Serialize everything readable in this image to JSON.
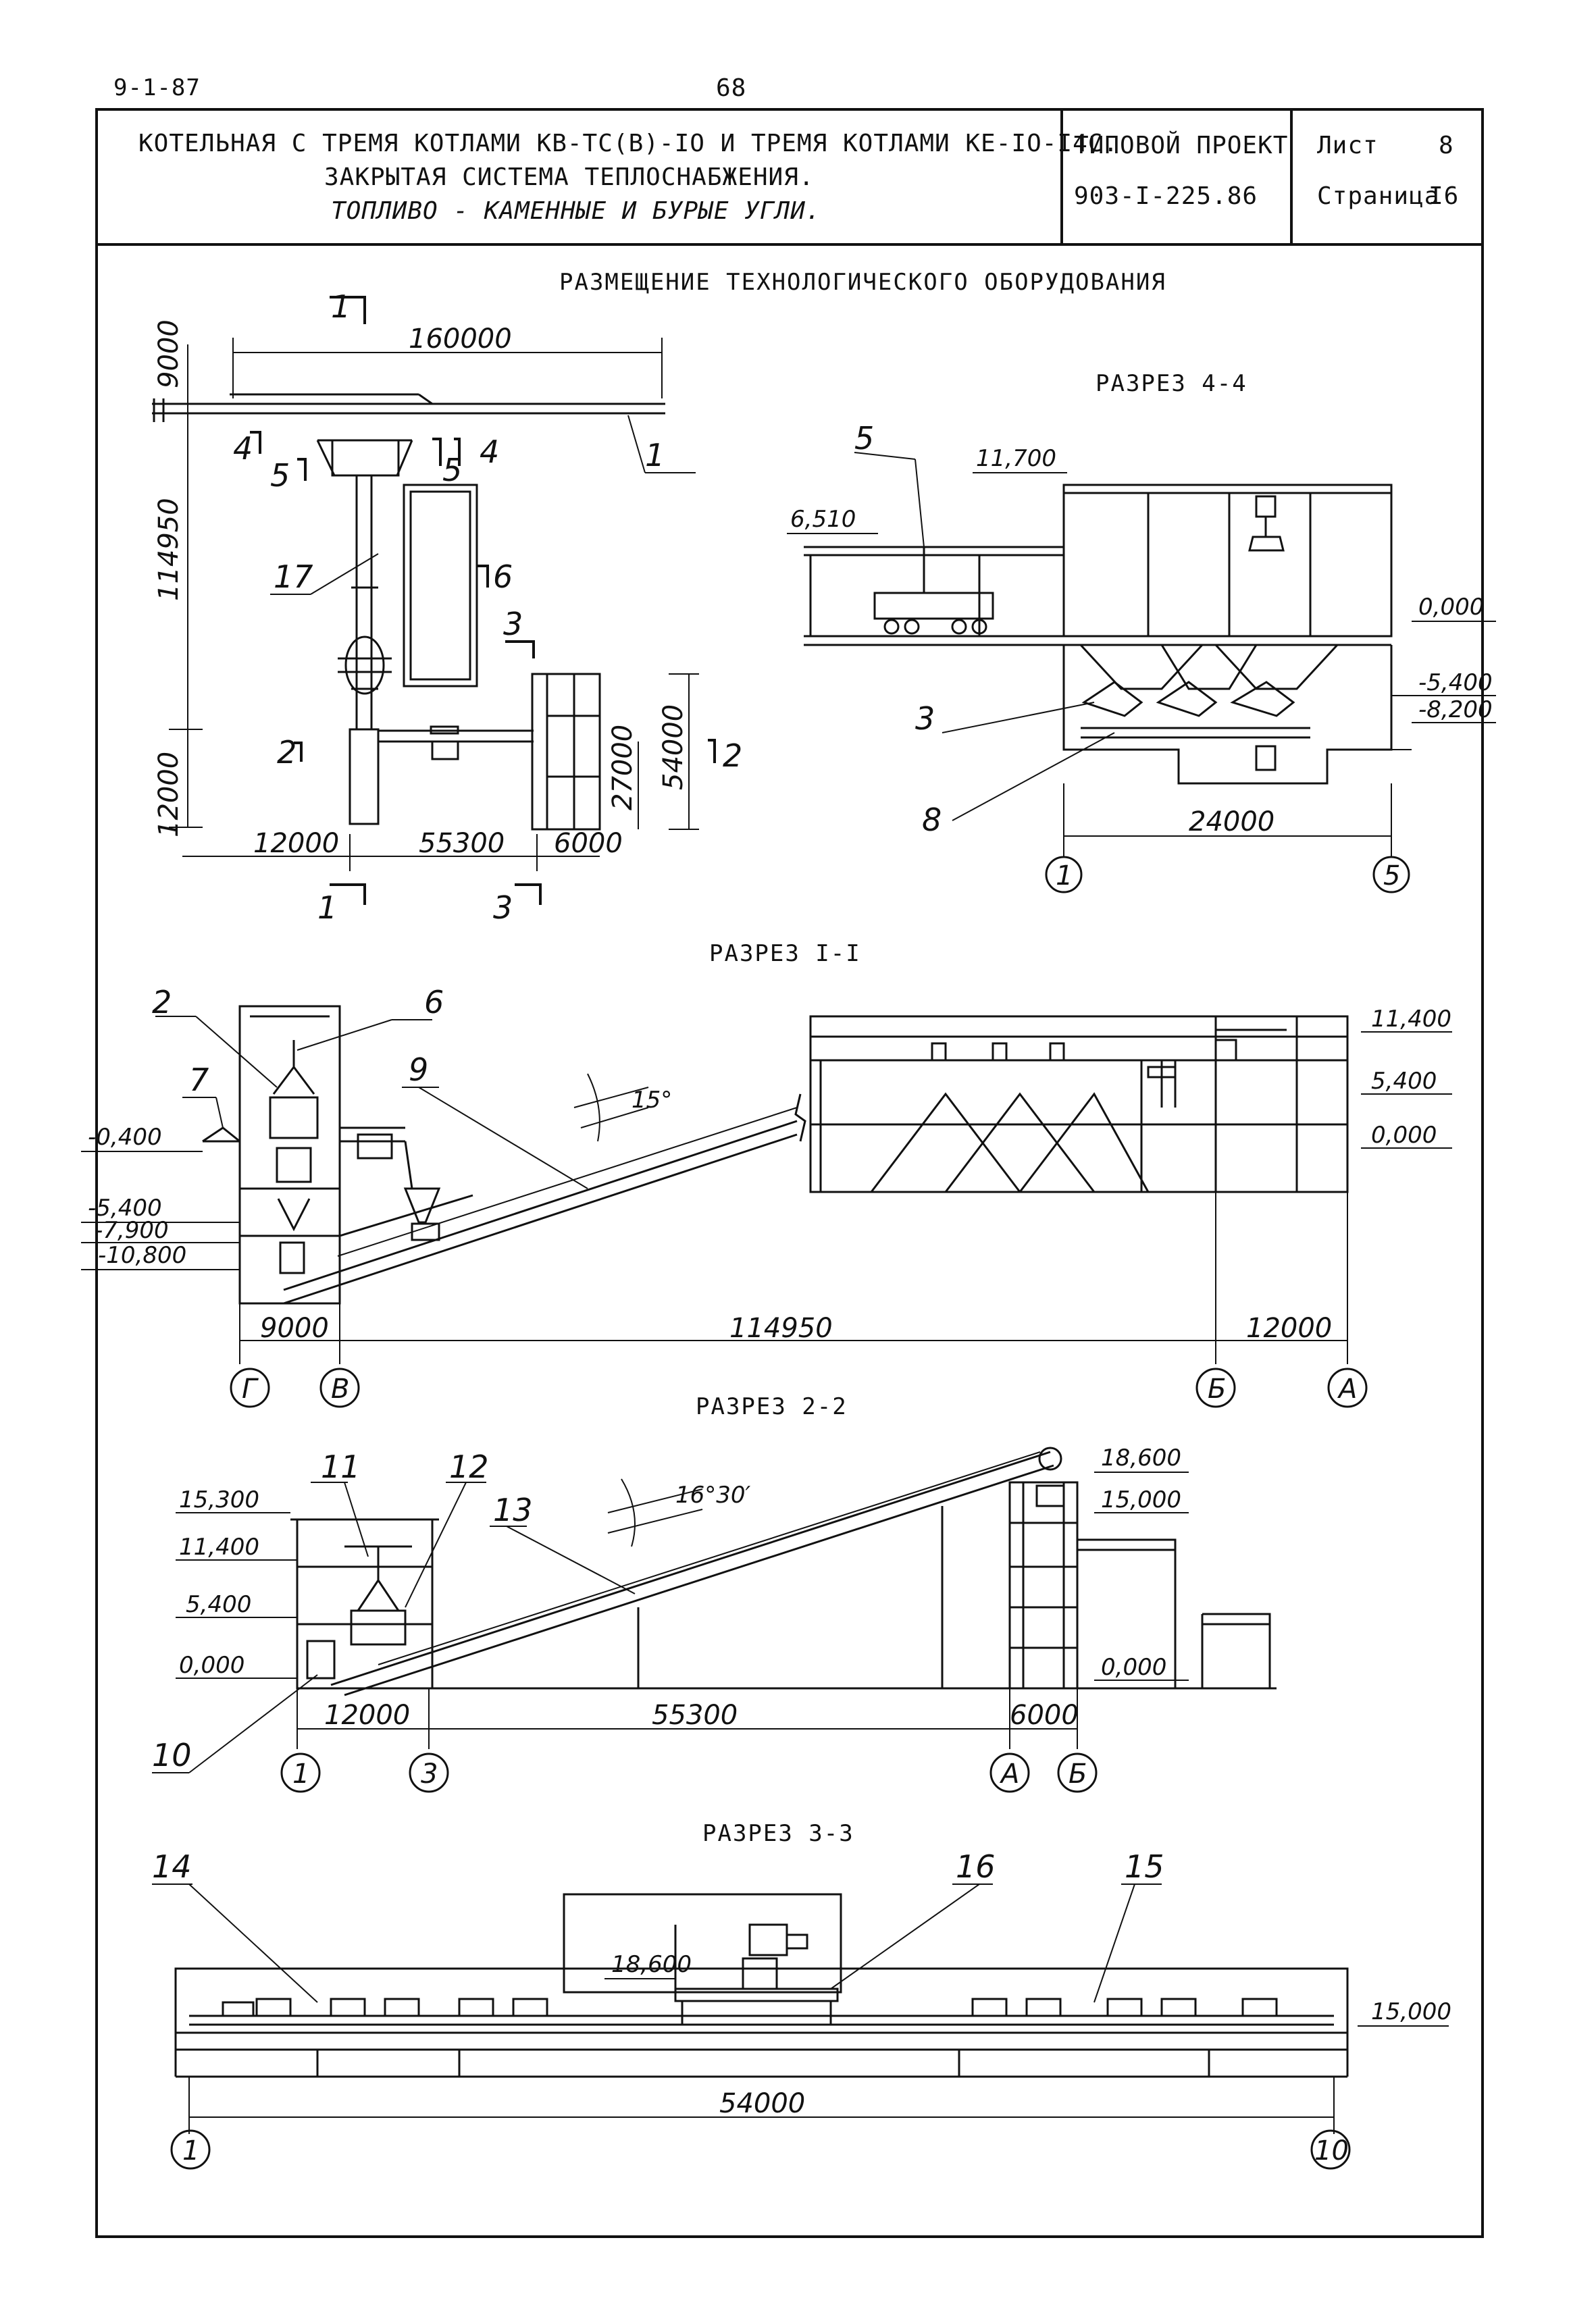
{
  "page": {
    "series_code": "9-1-87",
    "page_number": "68"
  },
  "title_block": {
    "line1": "КОТЕЛЬНАЯ С ТРЕМЯ КОТЛАМИ КВ-ТС(В)-IO И ТРЕМЯ КОТЛАМИ КЕ-IO-I4C.",
    "line2": "ЗАКРЫТАЯ СИСТЕМА ТЕПЛОСНАБЖЕНИЯ.",
    "line3": "ТОПЛИВО - КАМЕННЫЕ И БУРЫЕ УГЛИ.",
    "project_label": "ТИПОВОЙ ПРОЕКТ",
    "project_number": "903-I-225.86",
    "sheet_label": "Лист",
    "sheet_value": "8",
    "page_label": "Страница",
    "page_value": "I6"
  },
  "drawing": {
    "main_title": "РАЗМЕЩЕНИЕ ТЕХНОЛОГИЧЕСКОГО ОБОРУДОВАНИЯ",
    "plan": {
      "dims": {
        "top": "160000",
        "left_top": "9000",
        "left_mid": "114950",
        "left_bot": "12000",
        "bot1": "12000",
        "bot2": "55300",
        "bot3": "6000",
        "right1": "54000",
        "right2": "27000"
      },
      "cut_marks": [
        "1",
        "1",
        "4",
        "5",
        "5",
        "4",
        "6",
        "3",
        "3",
        "2",
        "2"
      ],
      "callouts": [
        "1",
        "17"
      ]
    },
    "section_44": {
      "title": "РАЗРЕЗ 4-4",
      "levels": [
        "11,700",
        "6,510",
        "0,000",
        "-5,400",
        "-8,200"
      ],
      "callouts": [
        "5",
        "3",
        "8"
      ],
      "dim": "24000",
      "axes": [
        "1",
        "5"
      ]
    },
    "section_11": {
      "title": "РАЗРЕЗ I-I",
      "levels_left": [
        "-0,400",
        "-5,400",
        "-7,900",
        "-10,800"
      ],
      "levels_right": [
        "11,400",
        "5,400",
        "0,000"
      ],
      "callouts": [
        "2",
        "6",
        "7",
        "9"
      ],
      "angle": "15°",
      "dims": [
        "9000",
        "114950",
        "12000"
      ],
      "axes": [
        "Г",
        "В",
        "Б",
        "А"
      ]
    },
    "section_22": {
      "title": "РАЗРЕЗ 2-2",
      "levels_left": [
        "15,300",
        "11,400",
        "5,400",
        "0,000"
      ],
      "levels_right": [
        "18,600",
        "15,000",
        "0,000"
      ],
      "callouts": [
        "11",
        "12",
        "13",
        "10"
      ],
      "angle": "16°30′",
      "dims": [
        "12000",
        "55300",
        "6000"
      ],
      "axes": [
        "1",
        "3",
        "А",
        "Б"
      ]
    },
    "section_33": {
      "title": "РАЗРЕЗ 3-3",
      "levels": [
        "18,600",
        "15,000"
      ],
      "callouts": [
        "14",
        "16",
        "15"
      ],
      "dim": "54000",
      "axes": [
        "1",
        "10"
      ]
    }
  }
}
